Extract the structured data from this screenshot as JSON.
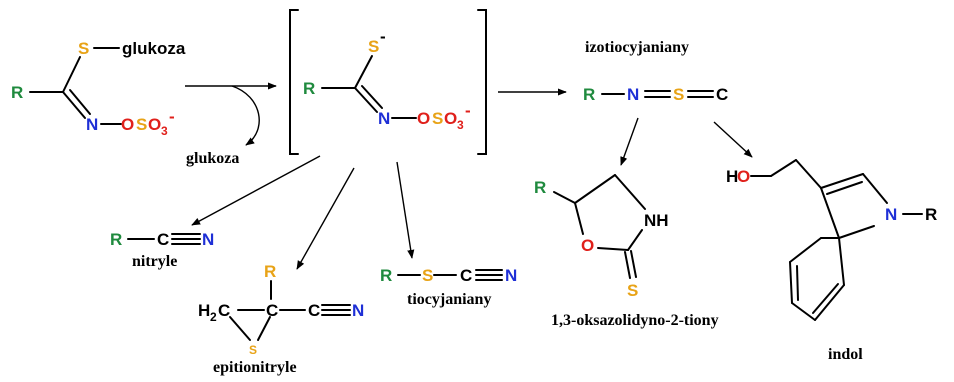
{
  "colors": {
    "carbon_black": "#000000",
    "R_green": "#1f8a3e",
    "S_yellow": "#e8a317",
    "N_blue": "#1e2fd6",
    "O_red": "#e0201b"
  },
  "glucosinolate": {
    "R": "R",
    "S": "S",
    "glukoza": "glukoza",
    "N": "N",
    "O": "O",
    "S2": "S",
    "O3": "O",
    "sub3": "3",
    "charge": "-"
  },
  "released": {
    "label": "glukoza"
  },
  "intermediate": {
    "S": "S",
    "S_charge": "-",
    "R": "R",
    "N": "N",
    "O": "O",
    "S2": "S",
    "O3": "O",
    "sub3": "3",
    "charge": "-"
  },
  "isothiocyanate": {
    "caption": "izotiocyjaniany",
    "R": "R",
    "N": "N",
    "S": "S",
    "C": "C"
  },
  "oxazolidine": {
    "R": "R",
    "NH": "NH",
    "O": "O",
    "S": "S",
    "caption": "1,3-oksazolidyno-2-tiony"
  },
  "indole": {
    "HO": "HO",
    "N": "N",
    "R": "R",
    "caption": "indol"
  },
  "nitrile": {
    "R": "R",
    "C": "C",
    "N": "N",
    "caption": "nitryle"
  },
  "epithionitrile": {
    "R": "R",
    "H": "H",
    "sub2": "2",
    "C1": "C",
    "C2": "C",
    "C3": "C",
    "N": "N",
    "S": "S",
    "caption": "epitionitryle"
  },
  "thiocyanate": {
    "R": "R",
    "S": "S",
    "C": "C",
    "N": "N",
    "caption": "tiocyjaniany"
  }
}
